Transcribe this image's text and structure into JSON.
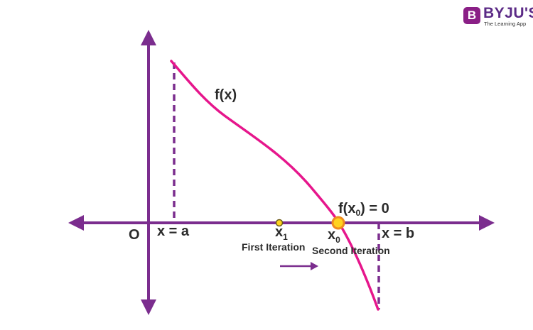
{
  "brand": {
    "badge": "B",
    "name": "BYJU'S",
    "tagline": "The Learning App"
  },
  "labels": {
    "origin": "O",
    "x_a": "x = a",
    "x_b": "x = b",
    "curve": "f(x)",
    "root_prefix": "f(x",
    "root_sub": "0",
    "root_suffix": ") = 0",
    "x1_main": "x",
    "x1_sub": "1",
    "x0_main": "x",
    "x0_sub": "0",
    "first_iteration": "First Iteration",
    "second_iteration": "Second Iteration"
  },
  "colors": {
    "axis": "#7b2d8e",
    "curve": "#e6168c",
    "point_fill": "#ffd21f",
    "point_stroke": "#f08c1e",
    "text": "#2b2b2b"
  }
}
